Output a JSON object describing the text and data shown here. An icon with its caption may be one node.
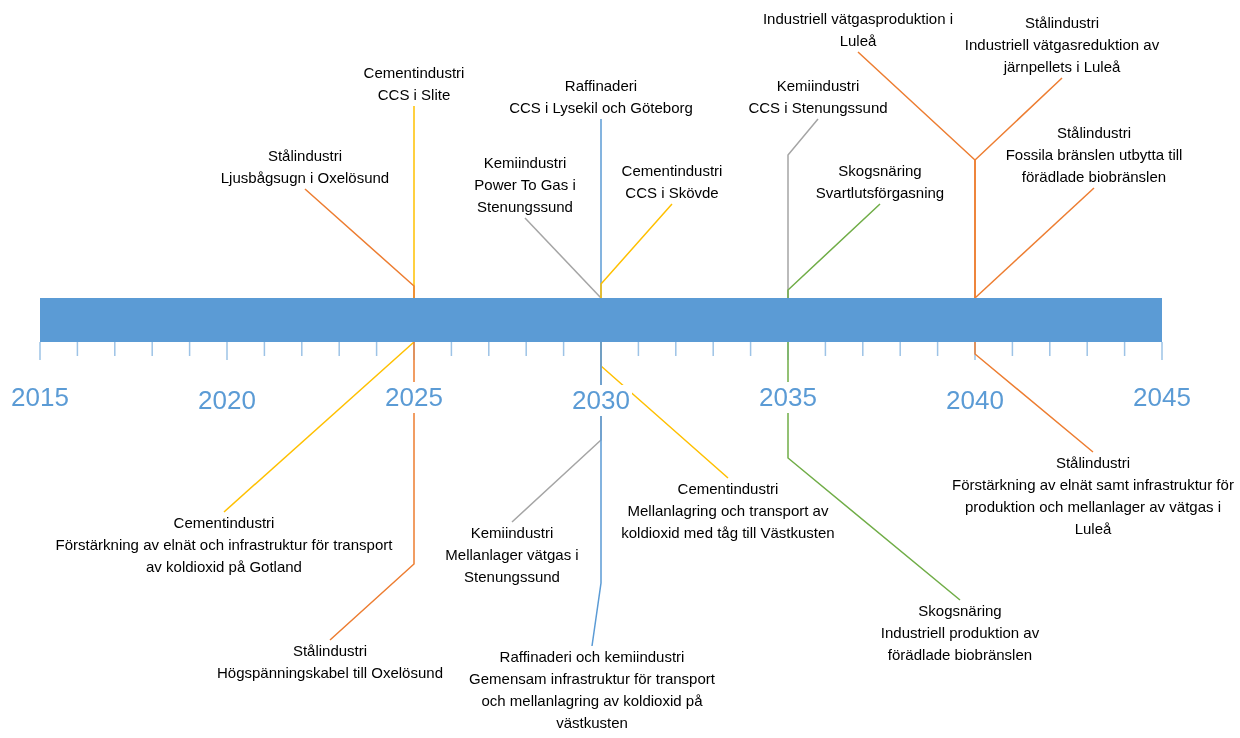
{
  "diagram": {
    "nodes": [
      {
        "text": [],
        "shape": "bar"
      },
      {
        "text": [
          "Industriell vätgasproduktion i Luleå"
        ]
      },
      {
        "text": [
          "Stålindustri",
          "Industriell vätgasreduktion av järnpellets i Luleå"
        ]
      },
      {
        "text": [
          "Cementindustri",
          "CCS i Slite"
        ]
      },
      {
        "text": [
          "Raffinaderi",
          "CCS i Lysekil och Göteborg"
        ]
      },
      {
        "text": [
          "Kemiindustri",
          "CCS i Stenungssund"
        ]
      },
      {
        "text": [
          "Stålindustri",
          "Fossila bränslen utbytta till förädlade biobränslen"
        ]
      },
      {
        "text": [
          "Stålindustri",
          "Ljusbågsugn i Oxelösund"
        ]
      },
      {
        "text": [
          "Kemiindustri",
          "Power To Gas i Stenungssund"
        ]
      },
      {
        "text": [
          "Cementindustri",
          "CCS i Skövde"
        ]
      },
      {
        "text": [
          "Skogsnäring",
          "Svartlutsförgasning"
        ]
      },
      {
        "text": [
          "Stålindustri",
          "Förstärkning av elnät samt infrastruktur för produktion och mellanlager av vätgas i Luleå"
        ]
      },
      {
        "text": [
          "Cementindustri",
          "Mellanlagring och transport av koldioxid med tåg till Västkusten"
        ]
      },
      {
        "text": [
          "Cementindustri",
          "Förstärkning av elnät och infrastruktur för transport av koldioxid på Gotland"
        ]
      },
      {
        "text": [
          "Kemiindustri",
          "Mellanlager vätgas i Stenungssund"
        ]
      },
      {
        "text": [
          "Skogsnäring",
          "Industriell produktion av förädlade biobränslen"
        ]
      },
      {
        "text": [
          "Stålindustri",
          "Högspänningskabel till Oxelösund"
        ]
      },
      {
        "text": [
          "Raffinaderi och kemiindustri",
          "Gemensam infrastruktur för transport och mellanlagring av koldioxid på västkusten"
        ]
      }
    ],
    "edges": [
      {
        "from": 1,
        "to": 0,
        "arrow": "none",
        "color": "#ed7d31"
      },
      {
        "from": 2,
        "to": 0,
        "arrow": "none",
        "color": "#ed7d31"
      },
      {
        "from": 3,
        "to": 0,
        "arrow": "none",
        "color": "#ffc000"
      },
      {
        "from": 4,
        "to": 0,
        "arrow": "none",
        "color": "#5b9bd5"
      },
      {
        "from": 5,
        "to": 0,
        "arrow": "none",
        "color": "#a5a5a5"
      },
      {
        "from": 6,
        "to": 0,
        "arrow": "none",
        "color": "#ed7d31"
      },
      {
        "from": 7,
        "to": 0,
        "arrow": "none",
        "color": "#ed7d31"
      },
      {
        "from": 8,
        "to": 0,
        "arrow": "none",
        "color": "#a5a5a5"
      },
      {
        "from": 9,
        "to": 0,
        "arrow": "none",
        "color": "#ffc000"
      },
      {
        "from": 10,
        "to": 0,
        "arrow": "none",
        "color": "#70ad47"
      },
      {
        "from": 11,
        "to": 0,
        "arrow": "none",
        "color": "#ed7d31"
      },
      {
        "from": 12,
        "to": 0,
        "arrow": "none",
        "color": "#ffc000"
      },
      {
        "from": 13,
        "to": 0,
        "arrow": "none",
        "color": "#ffc000"
      },
      {
        "from": 14,
        "to": 0,
        "arrow": "none",
        "color": "#a5a5a5"
      },
      {
        "from": 15,
        "to": 0,
        "arrow": "none",
        "color": "#70ad47"
      },
      {
        "from": 16,
        "to": 0,
        "arrow": "none",
        "color": "#ed7d31"
      },
      {
        "from": 17,
        "to": 0,
        "arrow": "none",
        "color": "#5b9bd5"
      }
    ],
    "labels": [
      "2015",
      "2020",
      "2025",
      "2030",
      "2035",
      "2040",
      "2045"
    ]
  }
}
